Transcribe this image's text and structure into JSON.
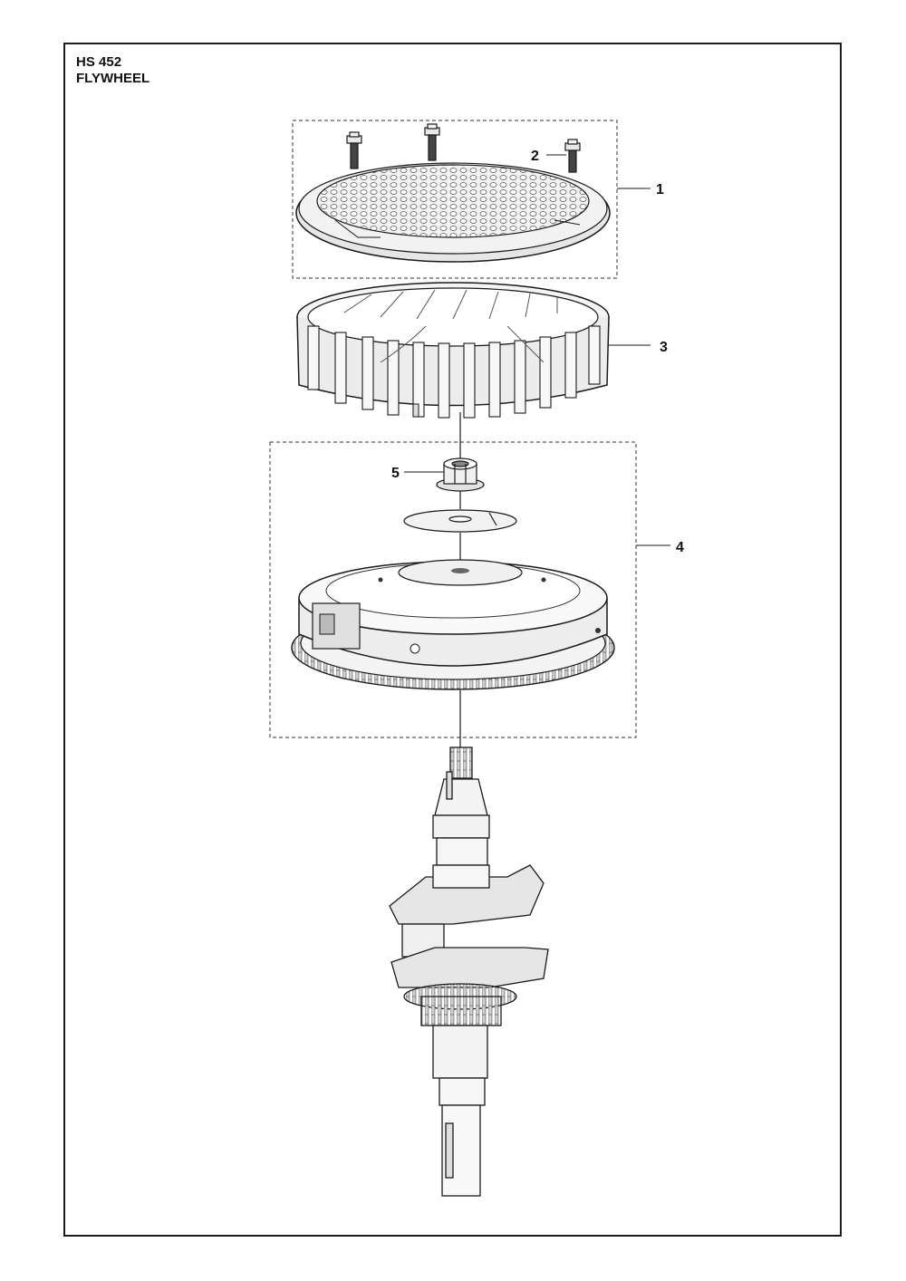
{
  "header": {
    "model": "HS 452",
    "section": "FLYWHEEL"
  },
  "callouts": [
    {
      "id": "1",
      "label": "1"
    },
    {
      "id": "2",
      "label": "2"
    },
    {
      "id": "3",
      "label": "3"
    },
    {
      "id": "4",
      "label": "4"
    },
    {
      "id": "5",
      "label": "5"
    }
  ],
  "colors": {
    "line": "#1a1a1a",
    "part_fill": "#f0f0f0",
    "part_shade": "#d9d9d9",
    "dark": "#555555"
  }
}
